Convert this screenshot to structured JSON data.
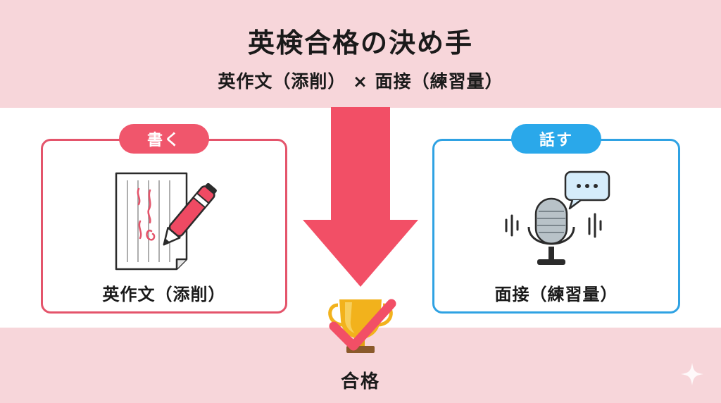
{
  "header": {
    "title": "英検合格の決め手",
    "subtitle": "英作文（添削） × 面接（練習量）"
  },
  "cards": {
    "left": {
      "badge": "書く",
      "label": "英作文（添削）",
      "icon": "paper-and-pen-icon",
      "accent": "#e4546b"
    },
    "right": {
      "badge": "話す",
      "label": "面接（練習量）",
      "icon": "microphone-icon",
      "accent": "#2fa2e3"
    }
  },
  "result": {
    "label": "合格",
    "icon": "trophy-check-icon"
  },
  "colors": {
    "band": "#f7d6da",
    "arrow": "#f24f66",
    "gold": "#f2b21c"
  }
}
